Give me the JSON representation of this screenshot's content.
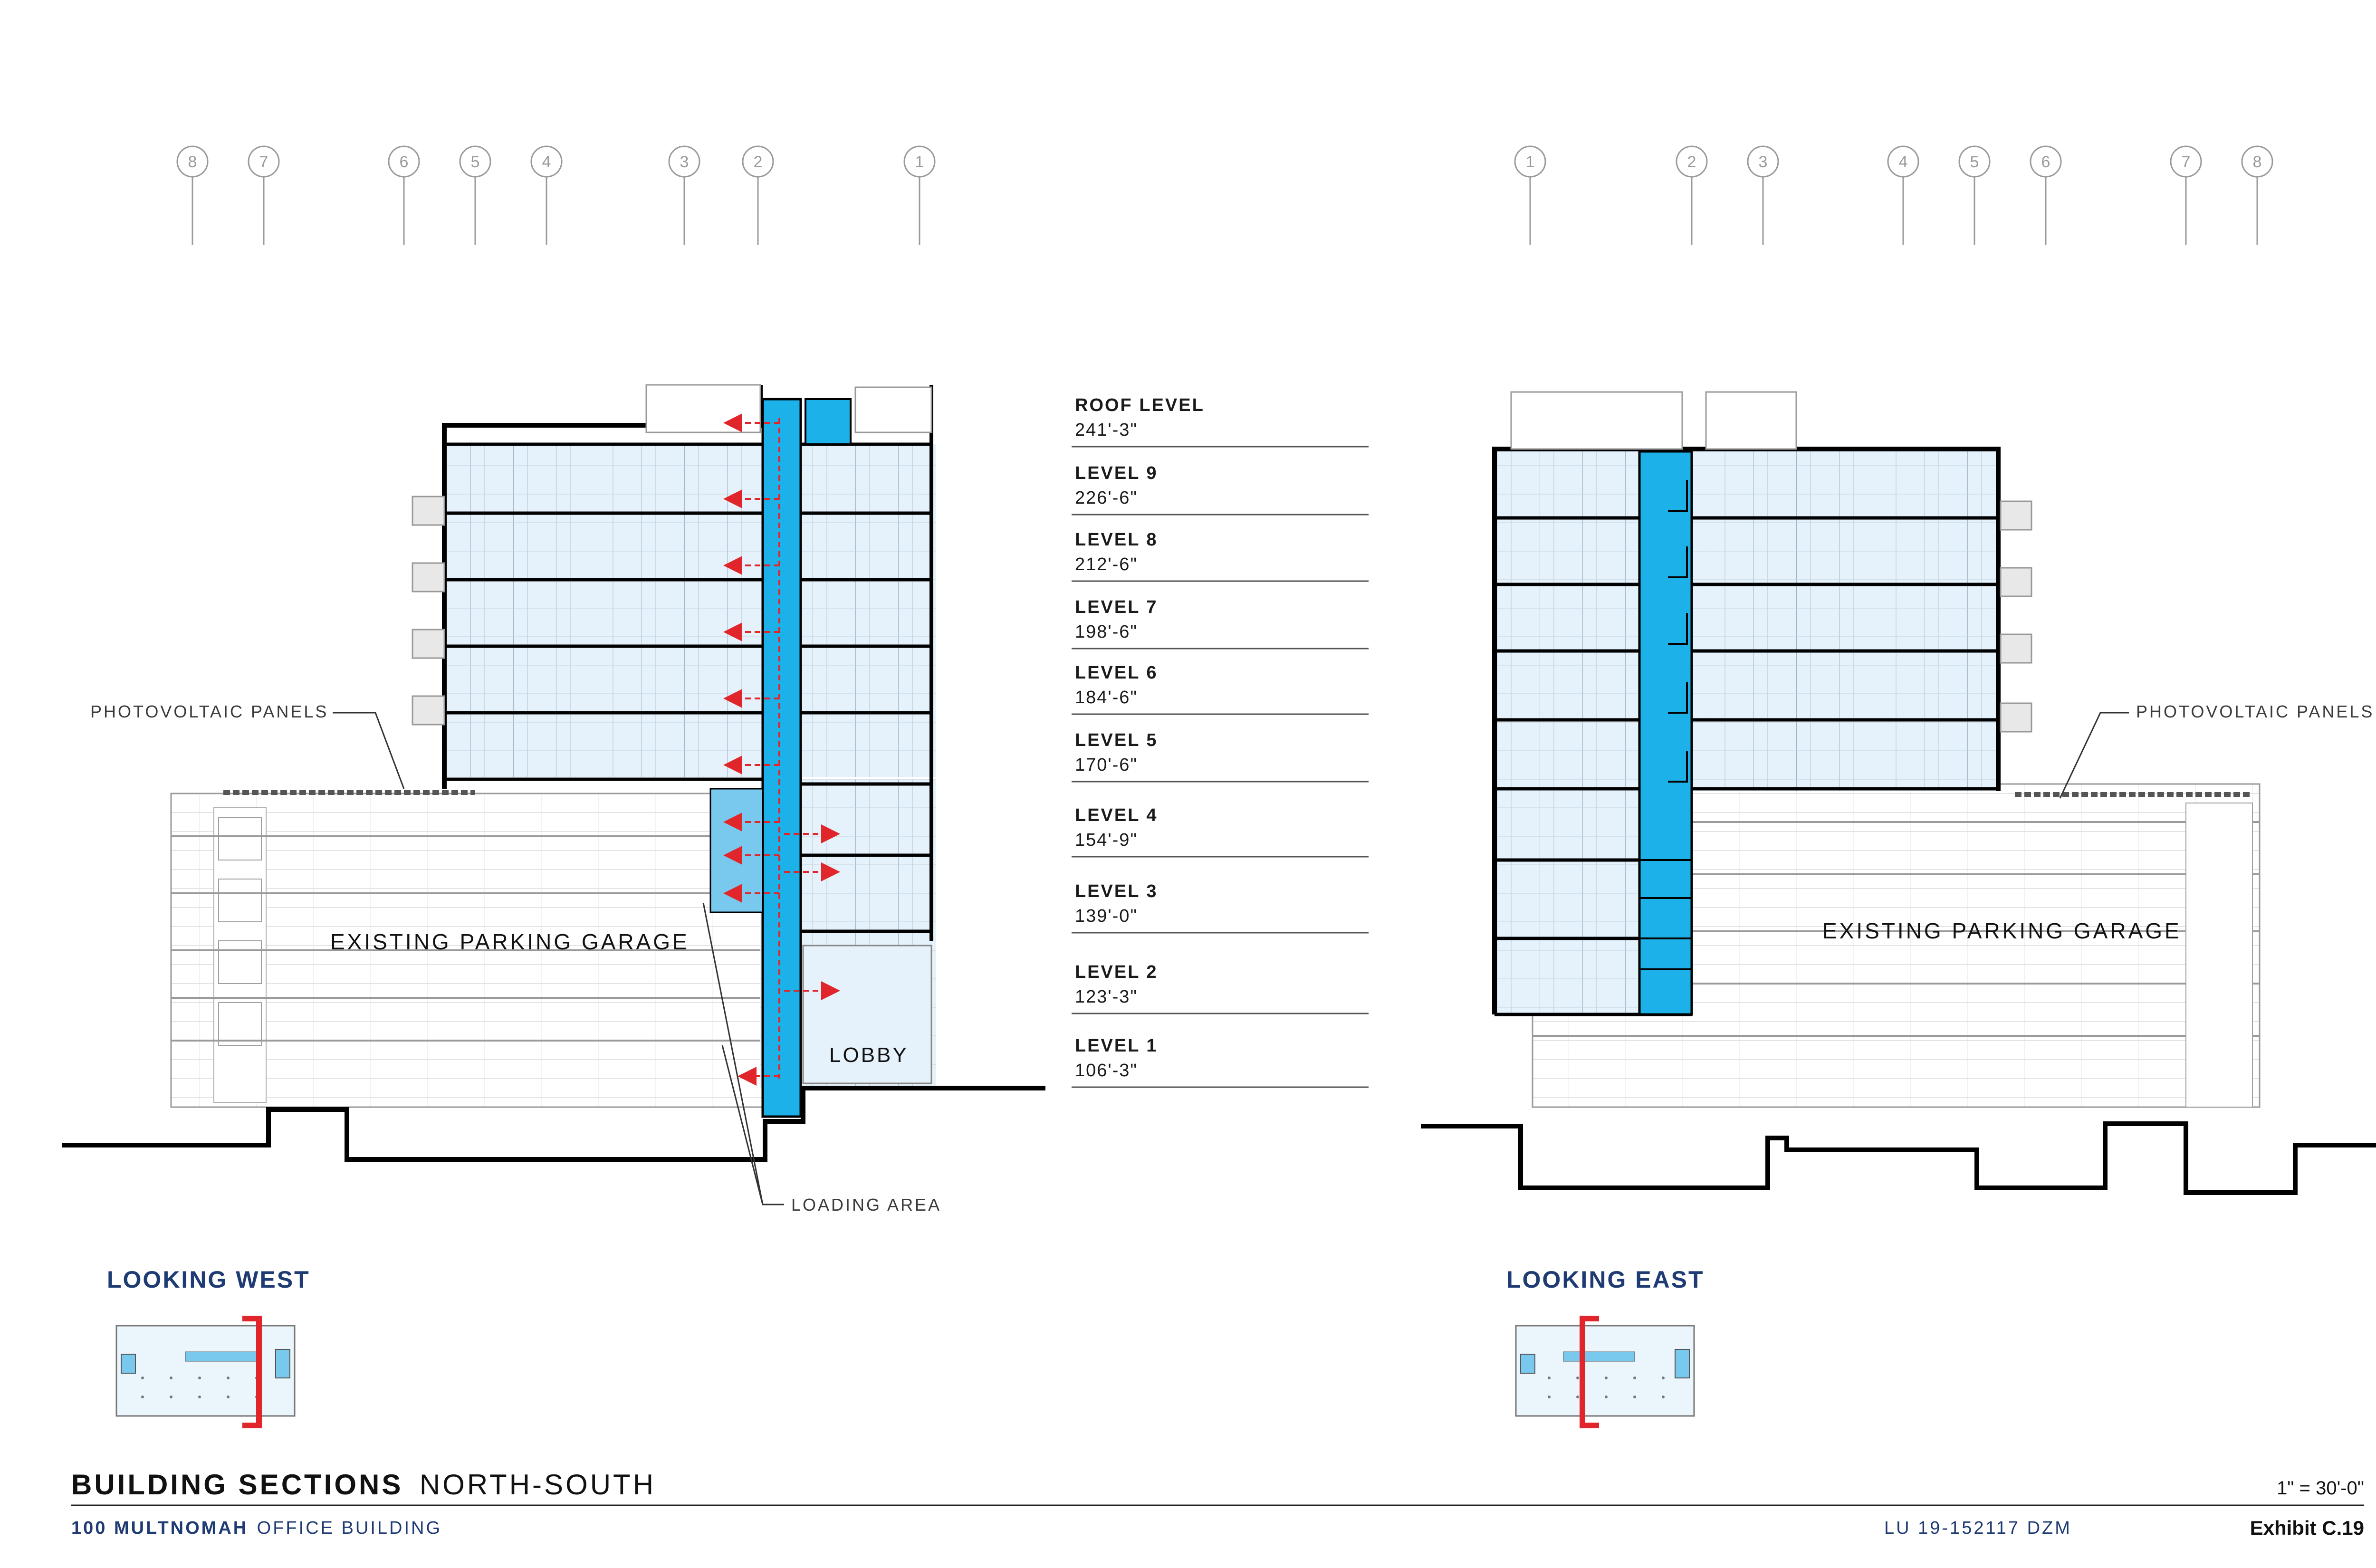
{
  "grid": {
    "west": [
      "8",
      "7",
      "6",
      "5",
      "4",
      "3",
      "2",
      "1"
    ],
    "east": [
      "1",
      "2",
      "3",
      "4",
      "5",
      "6",
      "7",
      "8"
    ]
  },
  "levels": [
    {
      "name": "ROOF LEVEL",
      "elevation": "241'-3\""
    },
    {
      "name": "LEVEL  9",
      "elevation": "226'-6\""
    },
    {
      "name": "LEVEL  8",
      "elevation": "212'-6\""
    },
    {
      "name": "LEVEL  7",
      "elevation": "198'-6\""
    },
    {
      "name": "LEVEL  6",
      "elevation": "184'-6\""
    },
    {
      "name": "LEVEL  5",
      "elevation": "170'-6\""
    },
    {
      "name": "LEVEL  4",
      "elevation": "154'-9\""
    },
    {
      "name": "LEVEL  3",
      "elevation": "139'-0\""
    },
    {
      "name": "LEVEL  2",
      "elevation": "123'-3\""
    },
    {
      "name": "LEVEL  1",
      "elevation": "106'-3\""
    }
  ],
  "west": {
    "callout_pv": "PHOTOVOLTAIC PANELS",
    "garage_label": "EXISTING PARKING GARAGE",
    "lobby_label": "LOBBY",
    "loading_label": "LOADING AREA",
    "view_title": "LOOKING WEST"
  },
  "east": {
    "callout_pv": "PHOTOVOLTAIC PANELS",
    "garage_label": "EXISTING PARKING GARAGE",
    "view_title": "LOOKING EAST"
  },
  "sheet": {
    "title_bold": "BUILDING SECTIONS",
    "title_regular": "NORTH-SOUTH",
    "scale": "1\" = 30'-0\"",
    "project_bold": "100 MULTNOMAH",
    "project_regular": "OFFICE BUILDING",
    "case_number": "LU 19-152117 DZM",
    "exhibit": "Exhibit C.19"
  },
  "colors": {
    "glass": "#e6f2fb",
    "core": "#1cb1e8",
    "core_light": "#79c9ee",
    "arrows": "#e0262b",
    "title_blue": "#1f3b73",
    "key_red": "#e0262b"
  }
}
